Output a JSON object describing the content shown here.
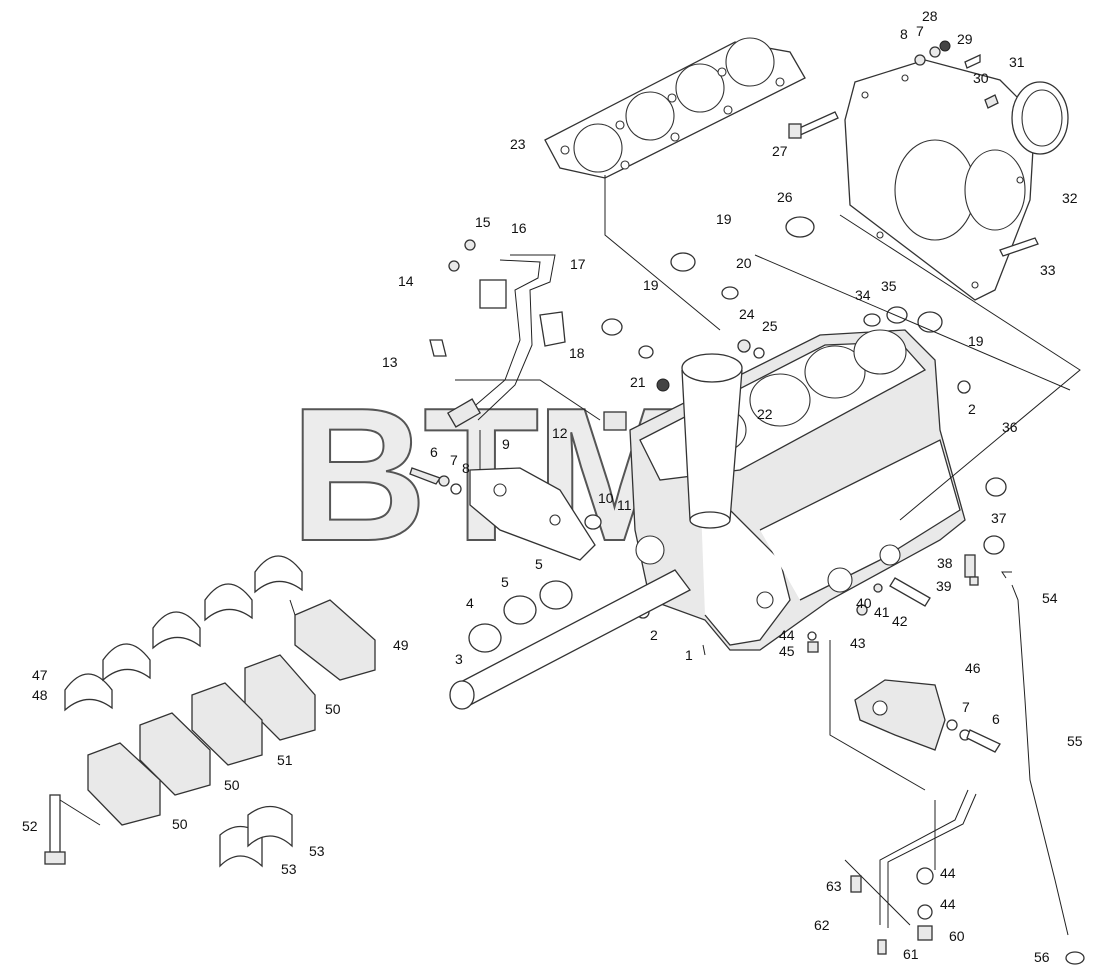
{
  "watermark": "BTM",
  "callouts": {
    "c1": "1",
    "c2a": "2",
    "c2b": "2",
    "c3": "3",
    "c4": "4",
    "c5a": "5",
    "c5b": "5",
    "c6a": "6",
    "c6b": "6",
    "c7a": "7",
    "c7b": "7",
    "c7c": "7",
    "c8a": "8",
    "c8b": "8",
    "c9": "9",
    "c10": "10",
    "c11": "11",
    "c12": "12",
    "c13": "13",
    "c14": "14",
    "c15": "15",
    "c16": "16",
    "c17": "17",
    "c18": "18",
    "c19a": "19",
    "c19b": "19",
    "c19c": "19",
    "c20": "20",
    "c21": "21",
    "c22": "22",
    "c23": "23",
    "c24": "24",
    "c25": "25",
    "c26": "26",
    "c27": "27",
    "c28": "28",
    "c29": "29",
    "c30": "30",
    "c31": "31",
    "c32": "32",
    "c33": "33",
    "c34": "34",
    "c35": "35",
    "c36": "36",
    "c37": "37",
    "c38": "38",
    "c39": "39",
    "c40": "40",
    "c41": "41",
    "c42": "42",
    "c43": "43",
    "c44a": "44",
    "c44b": "44",
    "c44c": "44",
    "c45": "45",
    "c46": "46",
    "c47": "47",
    "c48": "48",
    "c49": "49",
    "c50a": "50",
    "c50b": "50",
    "c50c": "50",
    "c51": "51",
    "c52": "52",
    "c53a": "53",
    "c53b": "53",
    "c54": "54",
    "c55": "55",
    "c56": "56",
    "c60": "60",
    "c61": "61",
    "c62": "62",
    "c63": "63"
  }
}
